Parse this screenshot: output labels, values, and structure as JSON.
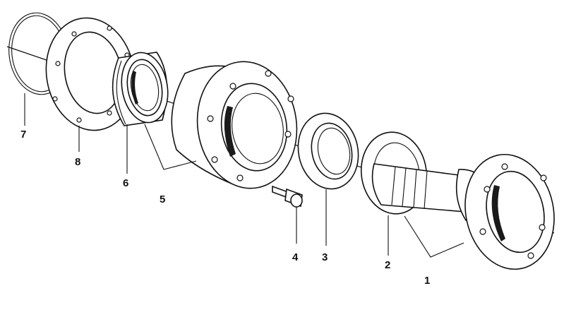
{
  "diagram": {
    "type": "exploded-parts-view",
    "callouts": [
      {
        "id": "c1",
        "label": "1"
      },
      {
        "id": "c2",
        "label": "2"
      },
      {
        "id": "c3",
        "label": "3"
      },
      {
        "id": "c4",
        "label": "4"
      },
      {
        "id": "c5",
        "label": "5"
      },
      {
        "id": "c6",
        "label": "6"
      },
      {
        "id": "c7",
        "label": "7"
      },
      {
        "id": "c8",
        "label": "8"
      }
    ]
  }
}
